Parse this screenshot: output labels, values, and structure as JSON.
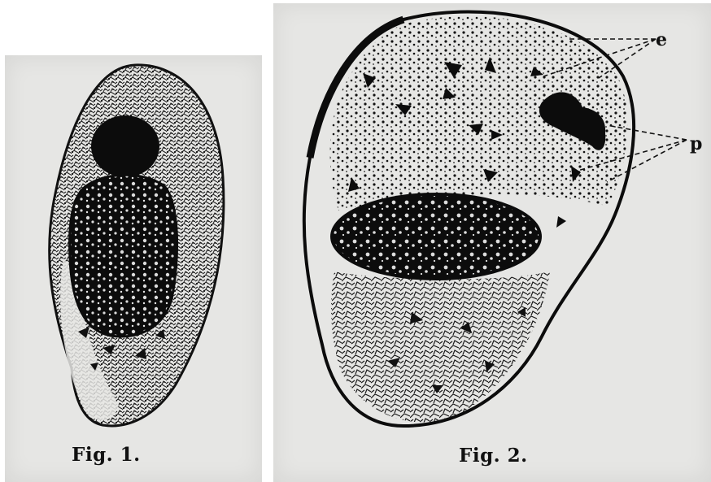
{
  "figures": [
    {
      "caption": "Fig. 1."
    },
    {
      "caption": "Fig. 2.",
      "labels": {
        "e": "e",
        "p": "p"
      }
    }
  ],
  "colors": {
    "paper": "#e6e6e4",
    "ink": "#111111"
  },
  "icons": [
    "cell-illustration",
    "nucleus",
    "leader-lines"
  ]
}
